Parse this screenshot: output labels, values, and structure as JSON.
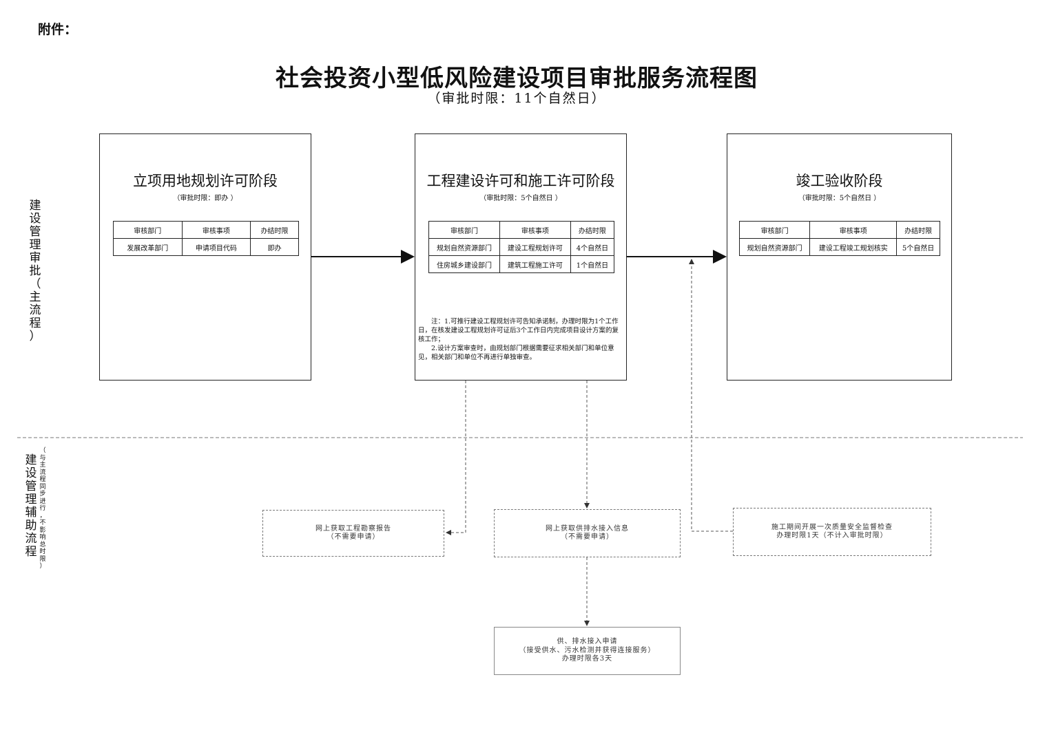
{
  "attachment": "附件：",
  "title": "社会投资小型低风险建设项目审批服务流程图",
  "subtitle": "（审批时限：11个自然日）",
  "lanes": {
    "main": [
      "建",
      "设",
      "管",
      "理",
      "审",
      "批",
      "（",
      "主",
      "流",
      "程",
      "）"
    ],
    "aux": [
      "建",
      "设",
      "管",
      "理",
      "辅",
      "助",
      "流",
      "程"
    ],
    "aux_note": [
      "（",
      "与",
      "主",
      "流",
      "程",
      "同",
      "步",
      "进",
      "行",
      "，",
      "不",
      "影",
      "响",
      "总",
      "时",
      "限",
      "）"
    ]
  },
  "stages": [
    {
      "title": "立项用地规划许可阶段",
      "limit": "（审批时限：即办 ）",
      "headers": [
        "审核部门",
        "审核事项",
        "办结时限"
      ],
      "rows": [
        [
          "发展改革部门",
          "申请项目代码",
          "即办"
        ]
      ]
    },
    {
      "title": "工程建设许可和施工许可阶段",
      "limit": "（审批时限：5个自然日 ）",
      "headers": [
        "审核部门",
        "审核事项",
        "办结时限"
      ],
      "rows": [
        [
          "规划自然资源部门",
          "建设工程规划许可",
          "4个自然日"
        ],
        [
          "住房城乡建设部门",
          "建筑工程施工许可",
          "1个自然日"
        ]
      ],
      "notes": [
        "注：1.可推行建设工程规划许可告知承诺制，办理时限为1个工作日，在核发建设工程规划许可证后3个工作日内完成项目设计方案的复核工作；",
        "2.设计方案审查时，由规划部门根据需要征求相关部门和单位意见，相关部门和单位不再进行单独审查。"
      ]
    },
    {
      "title": "竣工验收阶段",
      "limit": "（审批时限：5个自然日 ）",
      "headers": [
        "审核部门",
        "审核事项",
        "办结时限"
      ],
      "rows": [
        [
          "规划自然资源部门",
          "建设工程竣工规划核实",
          "5个自然日"
        ]
      ]
    }
  ],
  "aux_boxes": {
    "survey": {
      "line1": "网上获取工程勘察报告",
      "line2": "（不需要申请）"
    },
    "water_info": {
      "line1": "网上获取供排水接入信息",
      "line2": "（不需要申请）"
    },
    "safety": {
      "line1": "施工期间开展一次质量安全监督检查",
      "line2": "办理时限1天（不计入审批时限）"
    },
    "water_apply": {
      "line1": "供、排水接入申请",
      "line2": "（接受供水、污水检测并获得连接服务）",
      "line3": "办理时限各3天"
    }
  }
}
